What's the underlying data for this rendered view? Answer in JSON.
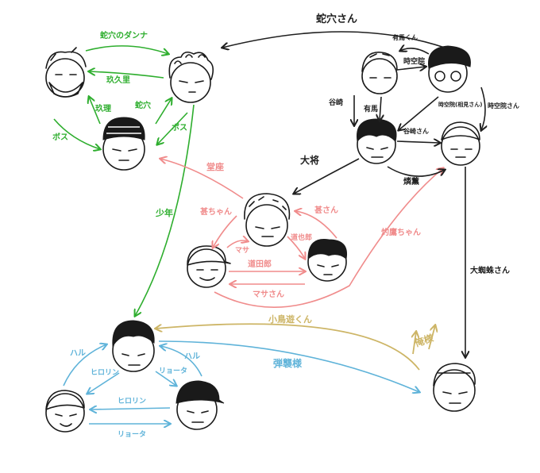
{
  "colors": {
    "green": "#2eae2e",
    "pink": "#f08c8c",
    "black": "#1f1f1f",
    "blue": "#5fb3d9",
    "gold": "#cdb566"
  },
  "labels": {
    "jaketsu_san_top": "蛇穴さん",
    "jaketsu_no_danna": "蛇穴のダンナ",
    "kuku_ri_1": "玖久里",
    "kuku_ri_2": "玖理",
    "jaketsu_small": "蛇穴",
    "boss_left": "ボス",
    "boss_right": "ボス",
    "shonen": "少年",
    "douen": "堂座",
    "taisho": "大将",
    "jin_chan": "甚ちゃん",
    "jin_san": "甚さん",
    "masa_1": "マサ",
    "michieda_1": "道也郎",
    "michieda_2": "道田郎",
    "masa_san": "マサさん",
    "jakuta_chan": "灼鷹ちゃん",
    "arima_kun": "有馬くん",
    "tokiin": "時空院",
    "tanizaki_1": "谷崎",
    "arima": "有馬",
    "tokiin_right": "時空院さん",
    "tokiin_inner": "時空院(相見さん)",
    "tanizaki_san": "谷崎さん",
    "teyabuki": "燐薫",
    "ookumo_san": "大蜘蛛さん",
    "kotori_asobi_kun": "小鳥遊くん",
    "danshouju_sama": "弾襲様",
    "chinpira": "俺様",
    "haru_left": "ハル",
    "haru_right": "ハル",
    "hiroin_1": "ヒロリン",
    "ryota_1": "リョータ",
    "hiroin_2": "ヒロリン",
    "ryota_2": "リョータ"
  }
}
